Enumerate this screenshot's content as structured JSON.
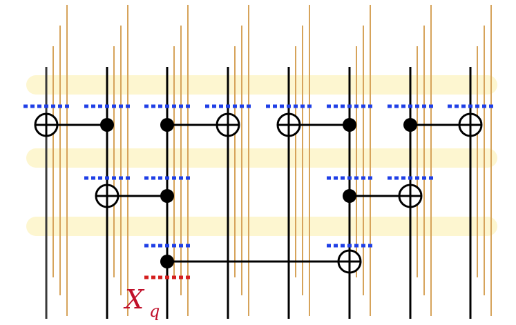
{
  "diagram": {
    "label": {
      "main": "X",
      "sub": "q"
    },
    "colors": {
      "qubit_line": "#000000",
      "first_line": "#3a3a3a",
      "band": "#fdf6d0",
      "strand": "#d6a35a",
      "blue_dots": "#1f3fe6",
      "red_dots": "#d41e1e",
      "label": "#c0102a"
    },
    "qubits": 8,
    "bands": 3,
    "gates": [
      {
        "name": "cnot-l1-a",
        "control": 1,
        "target": 0,
        "layer": 1
      },
      {
        "name": "cnot-l1-b",
        "control": 2,
        "target": 3,
        "layer": 1
      },
      {
        "name": "cnot-l1-c",
        "control": 5,
        "target": 4,
        "layer": 1
      },
      {
        "name": "cnot-l1-d",
        "control": 6,
        "target": 7,
        "layer": 1
      },
      {
        "name": "cnot-l2-a",
        "control": 2,
        "target": 1,
        "layer": 2
      },
      {
        "name": "cnot-l2-b",
        "control": 5,
        "target": 6,
        "layer": 2
      },
      {
        "name": "cnot-l3-a",
        "control": 2,
        "target": 5,
        "layer": 3
      }
    ]
  }
}
